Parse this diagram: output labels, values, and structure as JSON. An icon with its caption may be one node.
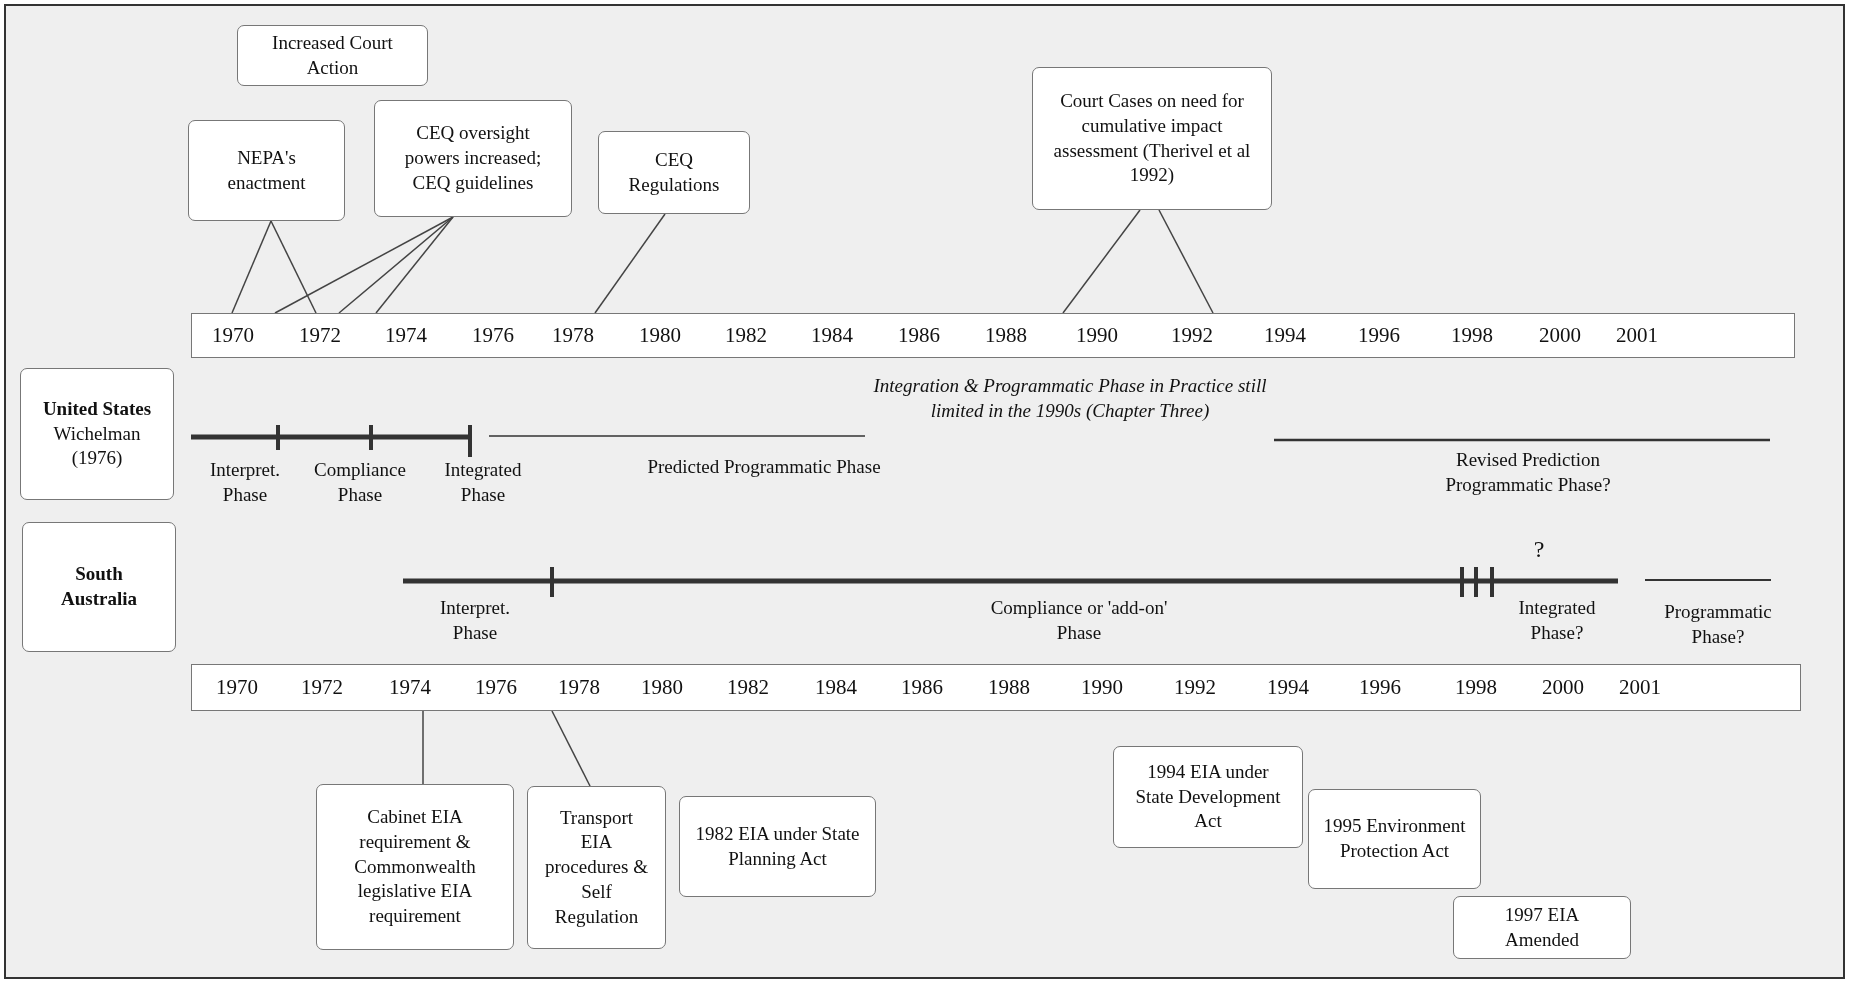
{
  "diagram": {
    "nodes": [
      {
        "text": [
          "Increased Court Action"
        ]
      },
      {
        "text": [
          "NEPA's enactment"
        ]
      },
      {
        "text": [
          "CEQ oversight powers increased; CEQ guidelines"
        ]
      },
      {
        "text": [
          "CEQ Regulations"
        ]
      },
      {
        "text": [
          "Court Cases on need for cumulative impact assessment (Therivel et al 1992)"
        ]
      },
      {
        "text": [
          "1970",
          "1972",
          "1974",
          "1976",
          "1978",
          "1980",
          "1982",
          "1984",
          "1986",
          "1988",
          "1990",
          "1992",
          "1994",
          "1996",
          "1998",
          "2000",
          "2001"
        ]
      },
      {
        "text": [
          "United States",
          "Wichelman (1976)"
        ]
      },
      {
        "text": [
          "South Australia"
        ]
      },
      {
        "text": [
          "1970",
          "1972",
          "1974",
          "1976",
          "1978",
          "1980",
          "1982",
          "1984",
          "1986",
          "1988",
          "1990",
          "1992",
          "1994",
          "1996",
          "1998",
          "2000",
          "2001"
        ]
      },
      {
        "text": [
          "Cabinet EIA requirement & Commonwealth legislative EIA requirement"
        ]
      },
      {
        "text": [
          "Transport EIA procedures & Self Regulation"
        ]
      },
      {
        "text": [
          "1982 EIA under State Planning Act"
        ]
      },
      {
        "text": [
          "1994 EIA under State Development Act"
        ]
      },
      {
        "text": [
          "1995 Environment Protection Act"
        ]
      },
      {
        "text": [
          "1997 EIA Amended"
        ]
      }
    ],
    "edges": [
      {
        "from": 1,
        "to": 5,
        "arrow": "none"
      },
      {
        "from": 1,
        "to": 5,
        "arrow": "none"
      },
      {
        "from": 2,
        "to": 5,
        "arrow": "none"
      },
      {
        "from": 2,
        "to": 5,
        "arrow": "none"
      },
      {
        "from": 2,
        "to": 5,
        "arrow": "none"
      },
      {
        "from": 3,
        "to": 5,
        "arrow": "none"
      },
      {
        "from": 4,
        "to": 5,
        "arrow": "none"
      },
      {
        "from": 4,
        "to": 5,
        "arrow": "none"
      },
      {
        "from": 9,
        "to": 8,
        "arrow": "none"
      },
      {
        "from": 10,
        "to": 8,
        "arrow": "none"
      }
    ],
    "labels": [
      "Integration & Programmatic Phase in Practice still limited in the 1990s (Chapter Three)",
      "Interpret. Phase",
      "Compliance Phase",
      "Integrated Phase",
      "Predicted Programmatic Phase",
      "Revised Prediction Programmatic Phase?",
      "?",
      "Interpret. Phase",
      "Compliance or 'add-on' Phase",
      "Integrated Phase?",
      "Programmatic Phase?"
    ]
  }
}
